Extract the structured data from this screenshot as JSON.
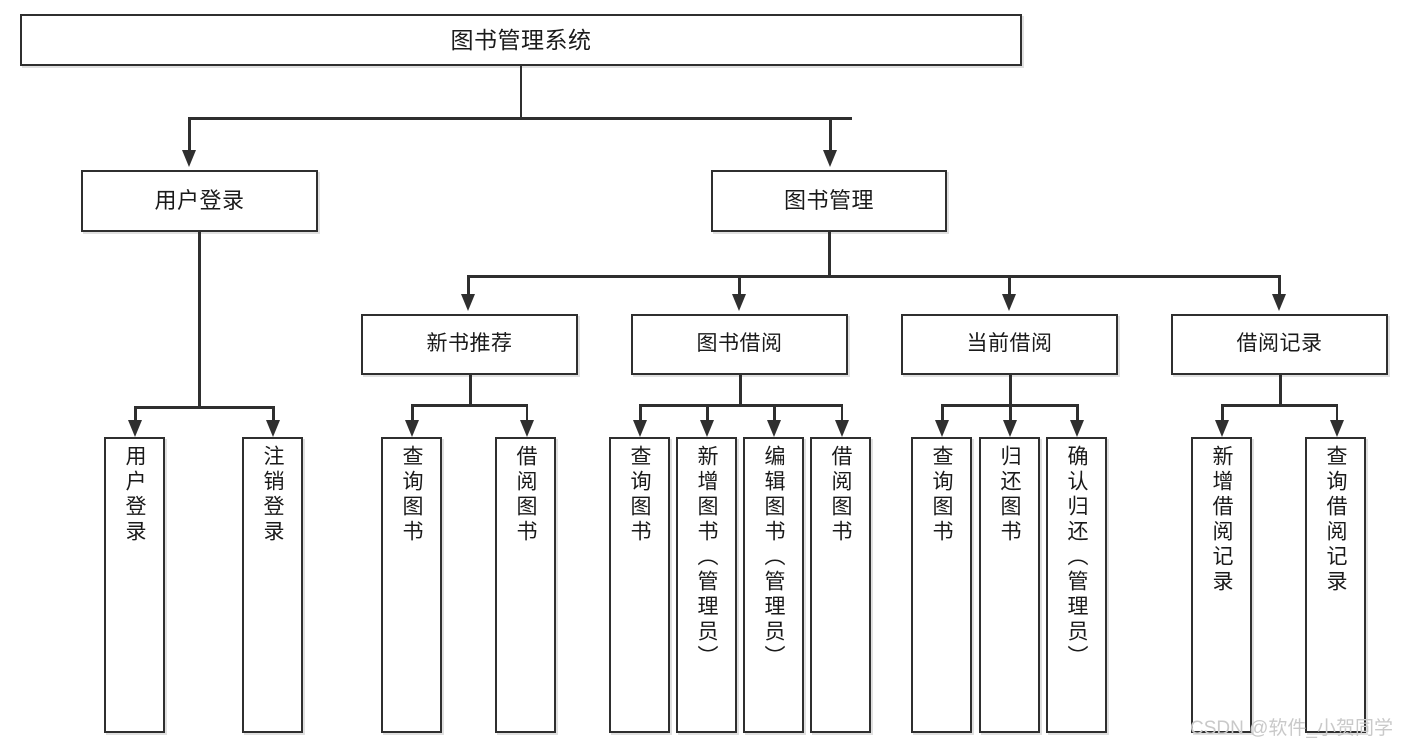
{
  "diagram": {
    "type": "tree-hierarchy-functional-decomposition",
    "title": "图书管理系统",
    "root": {
      "id": "root",
      "label": "图书管理系统"
    },
    "tier2": [
      {
        "id": "user-login",
        "label": "用户登录"
      },
      {
        "id": "book-management",
        "label": "图书管理"
      }
    ],
    "tier3": [
      {
        "id": "new-book-recommend",
        "label": "新书推荐",
        "parent": "book-management"
      },
      {
        "id": "book-borrow",
        "label": "图书借阅",
        "parent": "book-management"
      },
      {
        "id": "current-borrow",
        "label": "当前借阅",
        "parent": "book-management"
      },
      {
        "id": "borrow-record",
        "label": "借阅记录",
        "parent": "book-management"
      }
    ],
    "leaves": [
      {
        "id": "leaf-user-login",
        "label": "用户登录",
        "parent": "user-login"
      },
      {
        "id": "leaf-logout-login",
        "label": "注销登录",
        "parent": "user-login"
      },
      {
        "id": "leaf-query-book-1",
        "label": "查询图书",
        "parent": "new-book-recommend"
      },
      {
        "id": "leaf-borrow-book-1",
        "label": "借阅图书",
        "parent": "new-book-recommend"
      },
      {
        "id": "leaf-query-book-2",
        "label": "查询图书",
        "parent": "book-borrow"
      },
      {
        "id": "leaf-add-book",
        "label": "新增图书（管理员）",
        "parent": "book-borrow"
      },
      {
        "id": "leaf-edit-book",
        "label": "编辑图书（管理员）",
        "parent": "book-borrow"
      },
      {
        "id": "leaf-borrow-book-2",
        "label": "借阅图书",
        "parent": "book-borrow"
      },
      {
        "id": "leaf-query-book-3",
        "label": "查询图书",
        "parent": "current-borrow"
      },
      {
        "id": "leaf-return-book",
        "label": "归还图书",
        "parent": "current-borrow"
      },
      {
        "id": "leaf-confirm-return",
        "label": "确认归还（管理员）",
        "parent": "current-borrow"
      },
      {
        "id": "leaf-add-record",
        "label": "新增借阅记录",
        "parent": "borrow-record"
      },
      {
        "id": "leaf-query-record",
        "label": "查询借阅记录",
        "parent": "borrow-record"
      }
    ],
    "watermark": "CSDN @软件_小贺同学",
    "colors": {
      "stroke": "#2f2f2f",
      "fill": "#ffffff",
      "text": "#1a1a1a",
      "watermark": "#c9c9c9"
    }
  }
}
